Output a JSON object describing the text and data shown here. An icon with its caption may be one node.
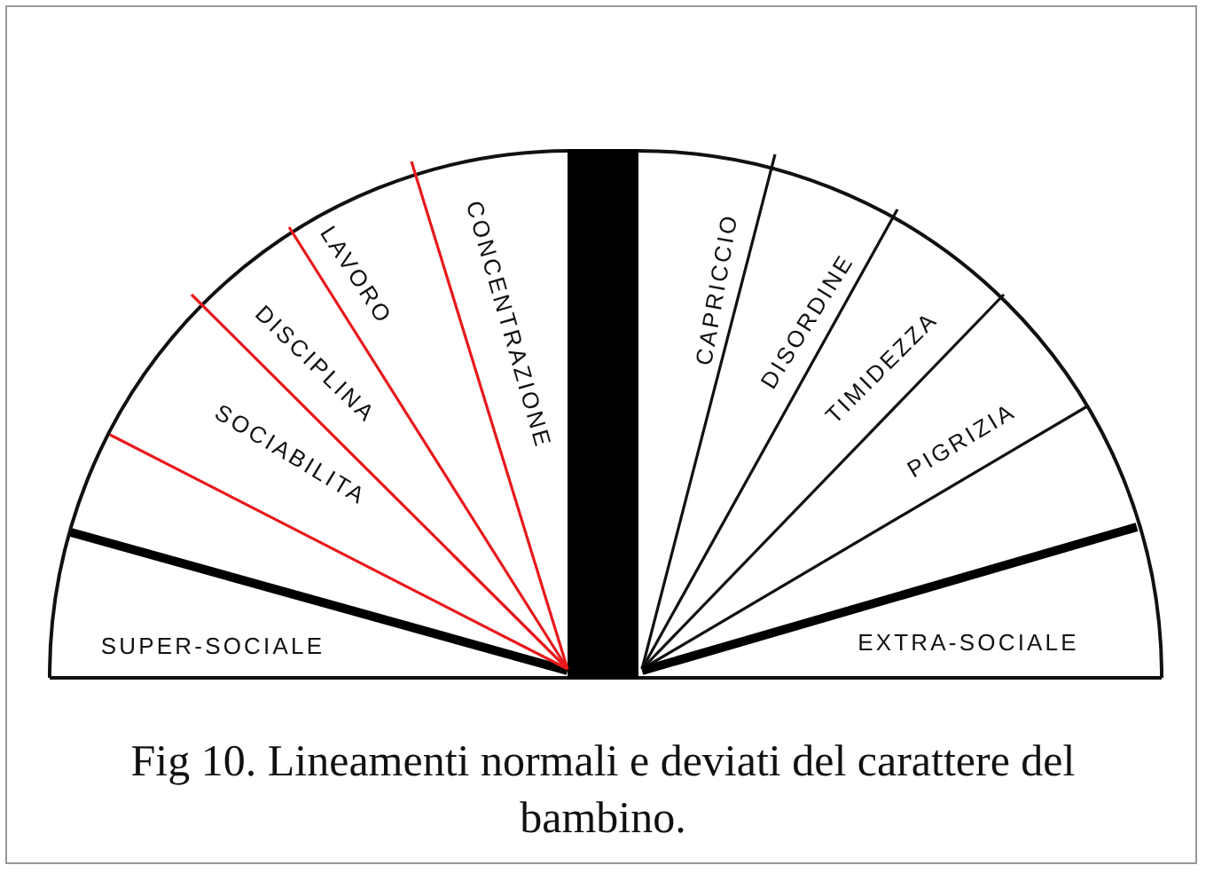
{
  "diagram": {
    "caption": "Fig 10. Lineamenti normali e deviati del carattere del bambino.",
    "labels": [
      "SUPER-SOCIALE",
      "SOCIABILITA",
      "DISCIPLINA",
      "LAVORO",
      "CONCENTRAZIONE",
      "CAPRICCIO",
      "DISORDINE",
      "TIMIDEZZA",
      "PIGRIZIA",
      "EXTRA-SOCIALE"
    ]
  }
}
